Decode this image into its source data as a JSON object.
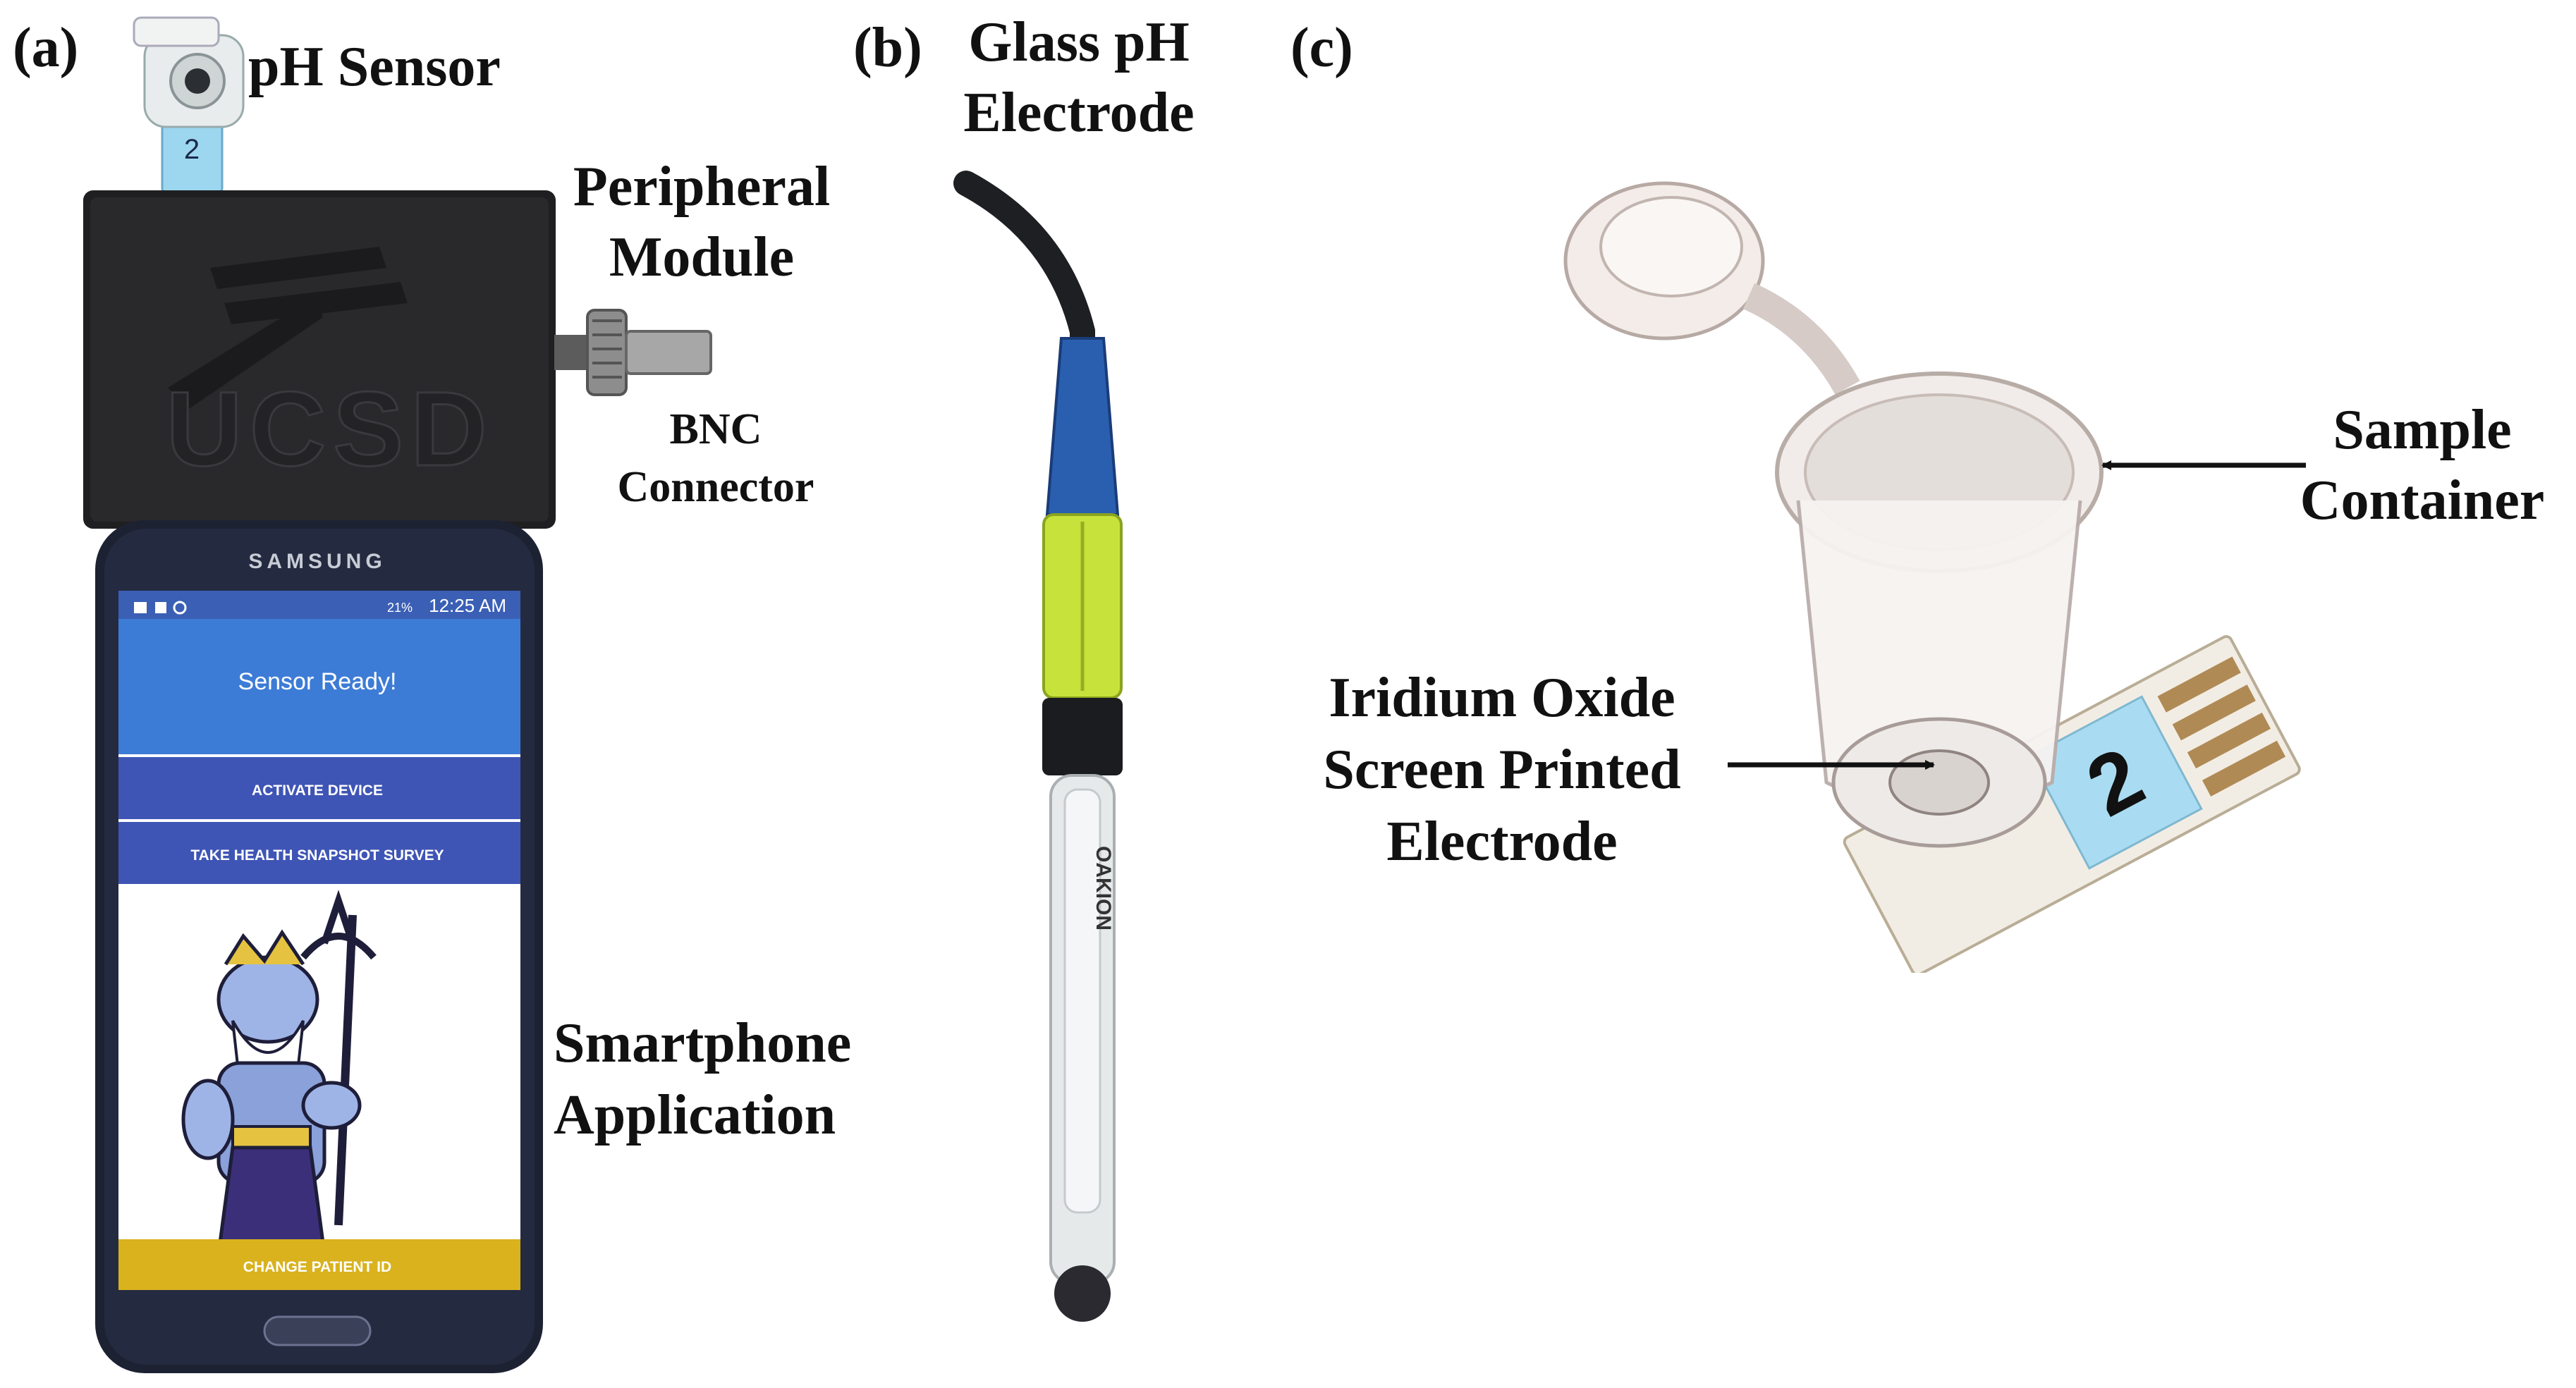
{
  "panels": {
    "a": {
      "letter": "(a)"
    },
    "b": {
      "letter": "(b)"
    },
    "c": {
      "letter": "(c)"
    }
  },
  "labels": {
    "ph_sensor": "pH Sensor",
    "peripheral_module": [
      "Peripheral",
      "Module"
    ],
    "bnc_connector": [
      "BNC",
      "Connector"
    ],
    "smartphone_application": [
      "Smartphone",
      "Application"
    ],
    "glass_ph_electrode": [
      "Glass pH",
      "Electrode"
    ],
    "sample_container": [
      "Sample",
      "Container"
    ],
    "iridium_oxide_electrode": [
      "Iridium Oxide",
      "Screen Printed",
      "Electrode"
    ]
  },
  "phone": {
    "brand": "SAMSUNG",
    "status_time": "12:25 AM",
    "status_battery": "21%",
    "banner": "Sensor Ready!",
    "button_activate": "ACTIVATE DEVICE",
    "button_survey": "TAKE HEALTH SNAPSHOT SURVEY",
    "button_change_patient": "CHANGE PATIENT ID"
  },
  "device_text": {
    "module_logo": "UCSD",
    "sensor_number": "2",
    "electrode_number": "2",
    "probe_brand": "OAKION"
  },
  "colors": {
    "banner_blue": "#3d7cd6",
    "button_blue": "#3f55b5",
    "footer_yellow": "#d9b21e",
    "probe_blue": "#2a5fb0",
    "probe_green": "#c7e23a",
    "label_sky": "#a9dcf2"
  }
}
